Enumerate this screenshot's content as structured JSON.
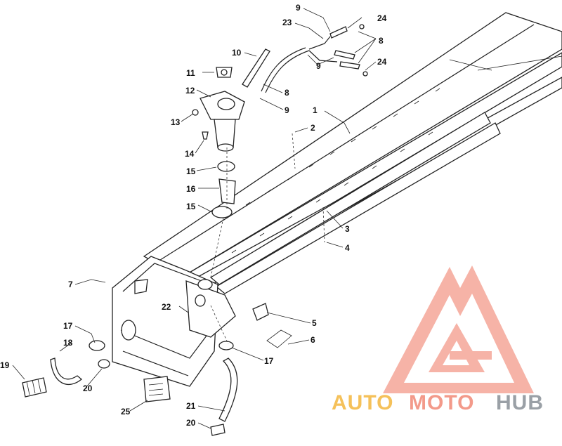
{
  "callouts": [
    {
      "id": "c9a",
      "text": "9"
    },
    {
      "id": "c24a",
      "text": "24"
    },
    {
      "id": "c23",
      "text": "23"
    },
    {
      "id": "c8a",
      "text": "8"
    },
    {
      "id": "c9b",
      "text": "9"
    },
    {
      "id": "c24b",
      "text": "24"
    },
    {
      "id": "c10",
      "text": "10"
    },
    {
      "id": "c11",
      "text": "11"
    },
    {
      "id": "c12",
      "text": "12"
    },
    {
      "id": "c8b",
      "text": "8"
    },
    {
      "id": "c9c",
      "text": "9"
    },
    {
      "id": "c1",
      "text": "1"
    },
    {
      "id": "c13",
      "text": "13"
    },
    {
      "id": "c2",
      "text": "2"
    },
    {
      "id": "c14",
      "text": "14"
    },
    {
      "id": "c15a",
      "text": "15"
    },
    {
      "id": "c16",
      "text": "16"
    },
    {
      "id": "c15b",
      "text": "15"
    },
    {
      "id": "c3",
      "text": "3"
    },
    {
      "id": "c4",
      "text": "4"
    },
    {
      "id": "c7",
      "text": "7"
    },
    {
      "id": "c22",
      "text": "22"
    },
    {
      "id": "c5",
      "text": "5"
    },
    {
      "id": "c17a",
      "text": "17"
    },
    {
      "id": "c18",
      "text": "18"
    },
    {
      "id": "c6",
      "text": "6"
    },
    {
      "id": "c17b",
      "text": "17"
    },
    {
      "id": "c19",
      "text": "19"
    },
    {
      "id": "c20a",
      "text": "20"
    },
    {
      "id": "c25",
      "text": "25"
    },
    {
      "id": "c21",
      "text": "21"
    },
    {
      "id": "c20b",
      "text": "20"
    }
  ],
  "watermark": {
    "part1": "AUTO",
    "part2": "MOTO",
    "part3": "HUB",
    "colors": {
      "auto": "#f5c15a",
      "moto": "#f39a8a",
      "hub": "#9aa0a6",
      "logo": "#f39a8a"
    }
  }
}
